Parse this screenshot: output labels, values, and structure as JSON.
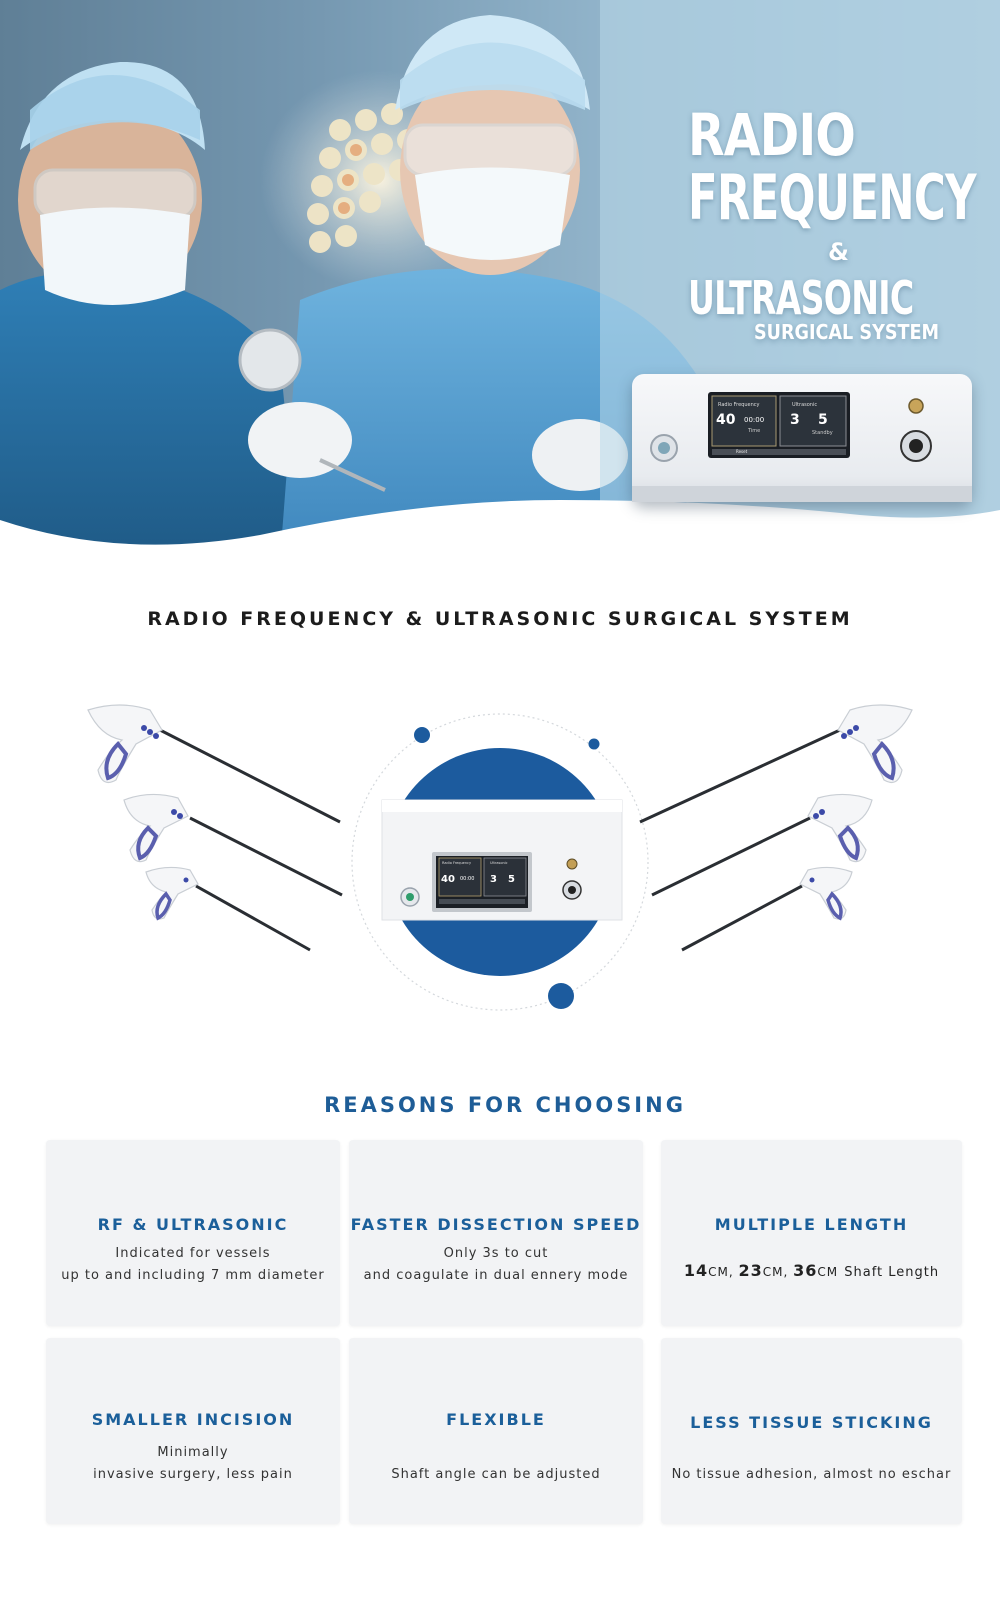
{
  "hero": {
    "title_line1": "RADIO",
    "title_line2": "FREQUENCY",
    "title_amp": "&",
    "title_line3": "ULTRASONIC",
    "title_line4": "SURGICAL SYSTEM",
    "device_screen": {
      "rf_label": "Radio Frequency",
      "us_label": "Ultrasonic",
      "rf_value": "40",
      "time_value": "00:00",
      "time_label": "Time",
      "us_value_a": "3",
      "us_value_b": "5",
      "status": "Standby",
      "button": "Reset"
    }
  },
  "section_title": "RADIO FREQUENCY & ULTRASONIC SURGICAL SYSTEM",
  "product": {
    "screen": {
      "rf_label": "Radio Frequency",
      "us_label": "Ultrasonic",
      "rf_value": "40",
      "time_value": "00:00",
      "us_value_a": "3",
      "us_value_b": "5"
    }
  },
  "reasons": {
    "title": "REASONS FOR CHOOSING",
    "cards": [
      {
        "title": "RF & ULTRASONIC",
        "line1": "Indicated for vessels",
        "line2": "up to and including 7 mm diameter"
      },
      {
        "title": "FASTER DISSECTION SPEED",
        "line1": "Only 3s to cut",
        "line2": "and coagulate in dual ennery mode"
      },
      {
        "title": "MULTIPLE LENGTH",
        "len1": "14",
        "len2": "23",
        "len3": "36",
        "unit": "CM",
        "suffix": "Shaft Length"
      },
      {
        "title": "SMALLER INCISION",
        "line1": "Minimally",
        "line2": "invasive surgery, less pain"
      },
      {
        "title": "FLEXIBLE",
        "line1": "",
        "line2": "Shaft angle can be adjusted"
      },
      {
        "title": "LESS TISSUE STICKING",
        "line1": "",
        "line2": "No tissue adhesion, almost no eschar"
      }
    ]
  },
  "colors": {
    "accent_blue": "#1e5d97",
    "card_bg": "#f2f3f5",
    "hero_sky": "#b9d8ea"
  }
}
